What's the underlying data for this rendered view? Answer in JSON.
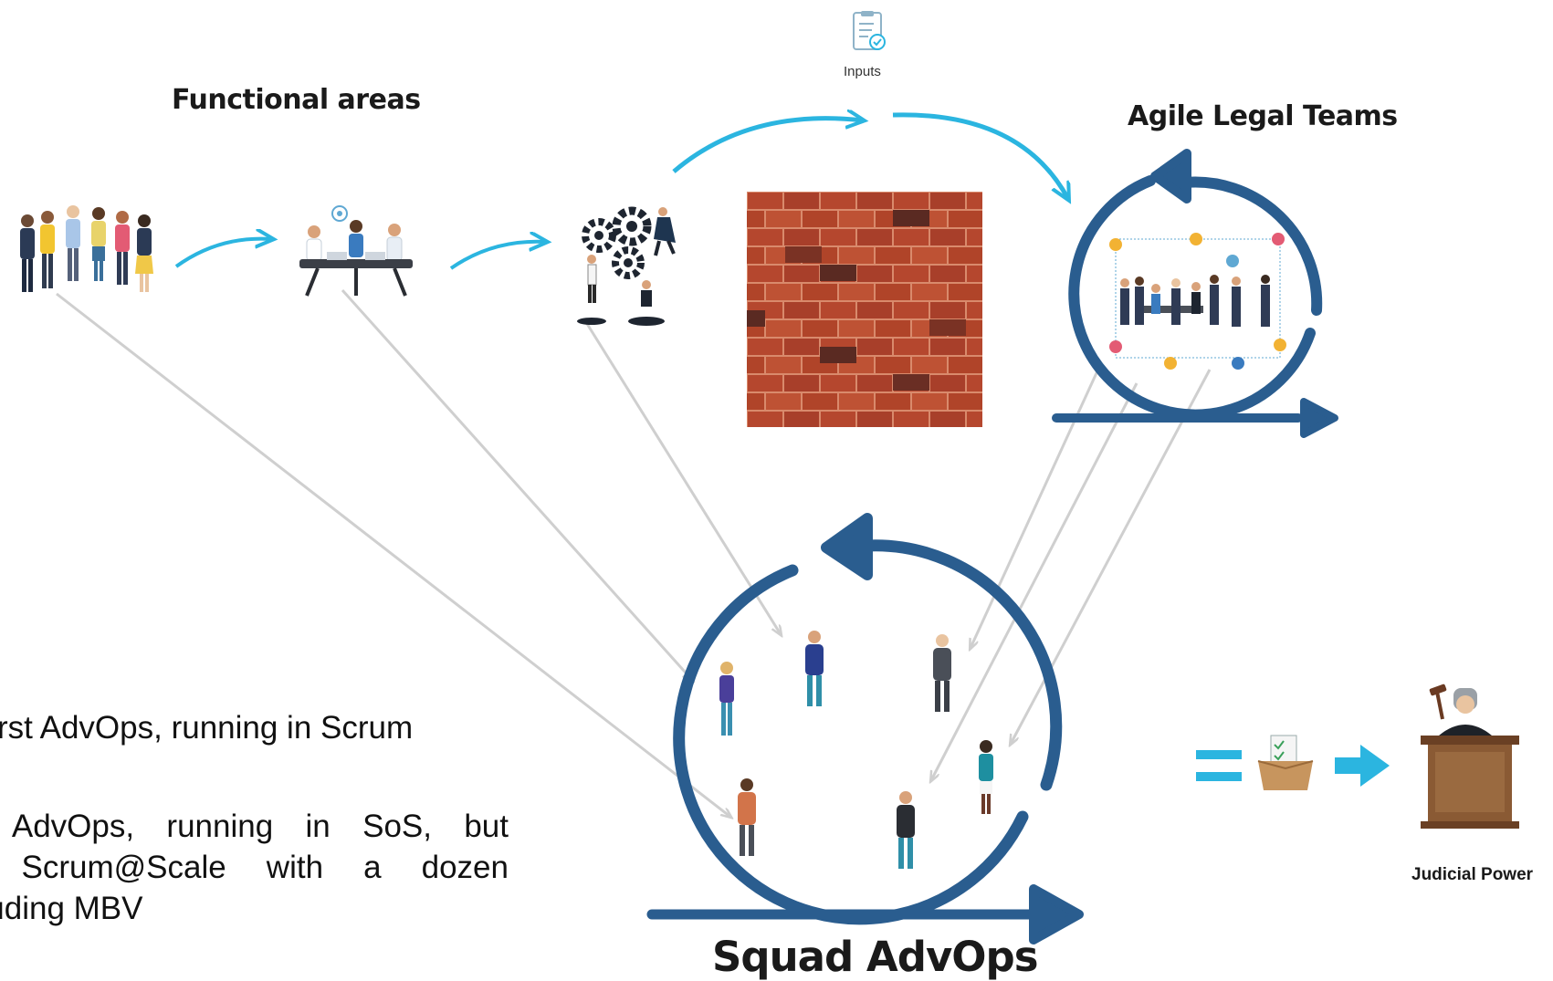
{
  "titles": {
    "functional_areas": "Functional areas",
    "agile_legal_teams": "Agile Legal Teams",
    "inputs": "Inputs",
    "squad": "Squad AdvOps",
    "judicial_power": "Judicial Power"
  },
  "side_text": {
    "line1": ": first AdvOps, running in Scrum",
    "para_lines": [
      "h AdvOps, running in SoS, but",
      "g Scrum@Scale with a dozen",
      "cluding MBV"
    ]
  },
  "colors": {
    "cycle_blue": "#2a5d8f",
    "accent_cyan": "#2bb5e0",
    "connector_gray": "#cccccc",
    "brick": "#b5472e",
    "brick_dark": "#5a2a22",
    "mortar": "#d98a6c",
    "podium": "#8a5a34"
  },
  "icons": [
    "people-group-icon",
    "meeting-table-icon",
    "gears-team-icon",
    "brick-wall-icon",
    "clipboard-checklist-icon",
    "agile-team-icon",
    "box-checklist-icon",
    "judge-podium-icon"
  ]
}
